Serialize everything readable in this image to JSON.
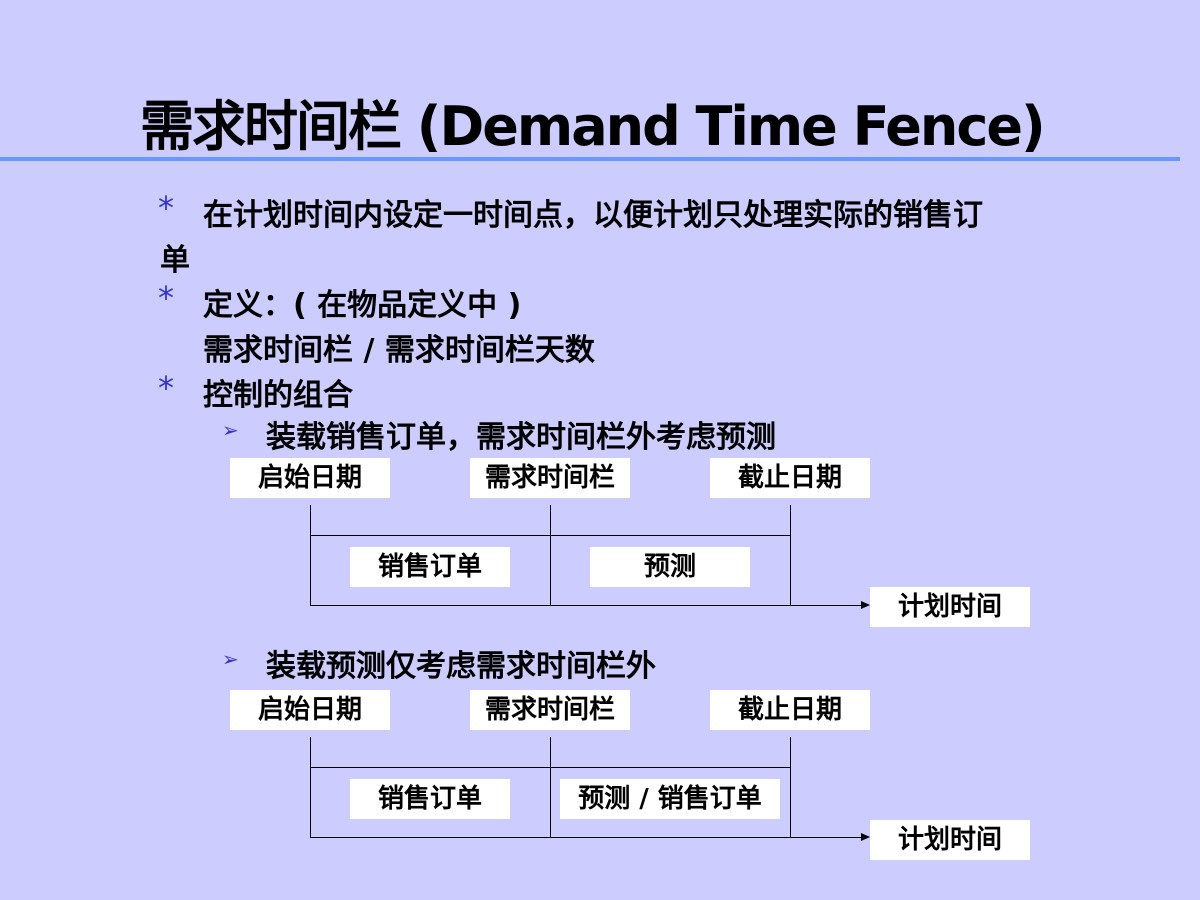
{
  "title": "需求时间栏 (Demand Time Fence)",
  "bullets": [
    {
      "icon": "asterisk-bullet",
      "line1": "在计划时间内设定一时间点，以便计划只处理实际的销售订",
      "line2": "单"
    },
    {
      "icon": "asterisk-bullet",
      "line1": "定义：( 在物品定义中 )",
      "line2": "需求时间栏 /  需求时间栏天数"
    },
    {
      "icon": "asterisk-bullet",
      "line1": "控制的组合"
    }
  ],
  "sub_bullets": [
    {
      "icon": "arrow-bullet",
      "text": "装载销售订单，需求时间栏外考虑预测"
    },
    {
      "icon": "arrow-bullet",
      "text": "装载预测仅考虑需求时间栏外"
    }
  ],
  "diagrams": [
    {
      "start": "启始日期",
      "fence": "需求时间栏",
      "end": "截止日期",
      "left": "销售订单",
      "right": "预测",
      "axis": "计划时间"
    },
    {
      "start": "启始日期",
      "fence": "需求时间栏",
      "end": "截止日期",
      "left": "销售订单",
      "right": "预测 / 销售订单",
      "axis": "计划时间"
    }
  ]
}
